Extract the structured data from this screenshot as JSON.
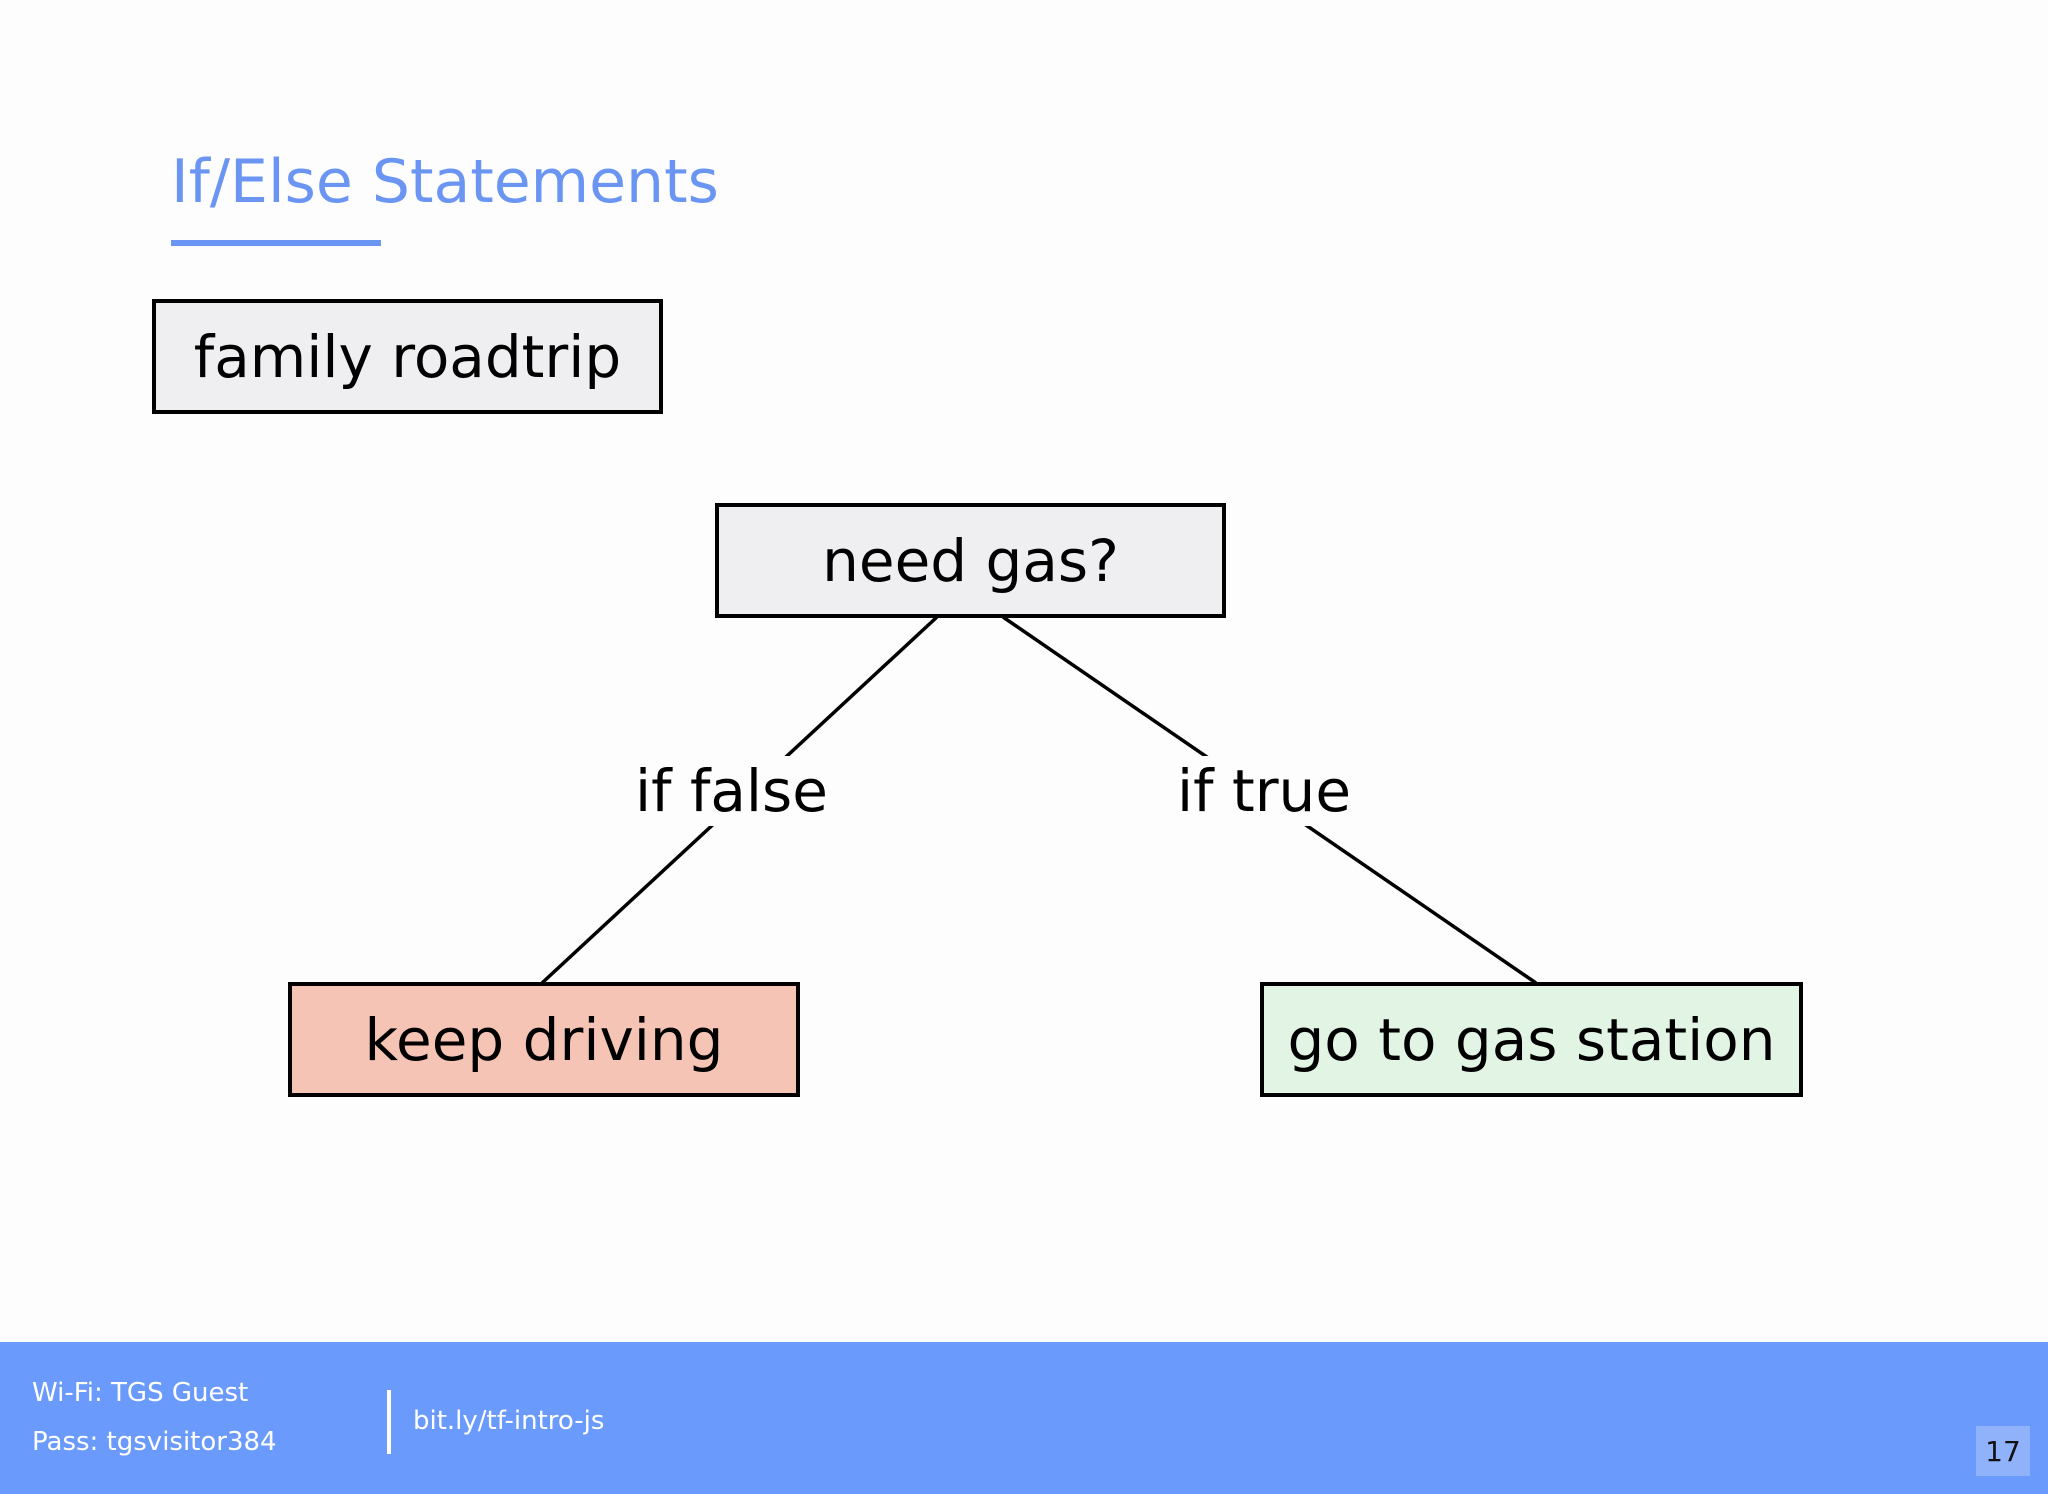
{
  "slide": {
    "title": "If/Else Statements",
    "page_number": "17"
  },
  "diagram": {
    "context_box": "family roadtrip",
    "question": "need gas?",
    "false_label": "if false",
    "true_label": "if true",
    "false_outcome": "keep driving",
    "true_outcome": "go to gas station"
  },
  "footer": {
    "wifi": "Wi-Fi: TGS Guest",
    "password": "Pass: tgsvisitor384",
    "link": "bit.ly/tf-intro-js"
  },
  "colors": {
    "accent": "#6b95f2",
    "footer_bg": "#6a9afc",
    "box_neutral": "#efeef1",
    "box_false": "#f5c4b5",
    "box_true": "#e2f5e5"
  }
}
